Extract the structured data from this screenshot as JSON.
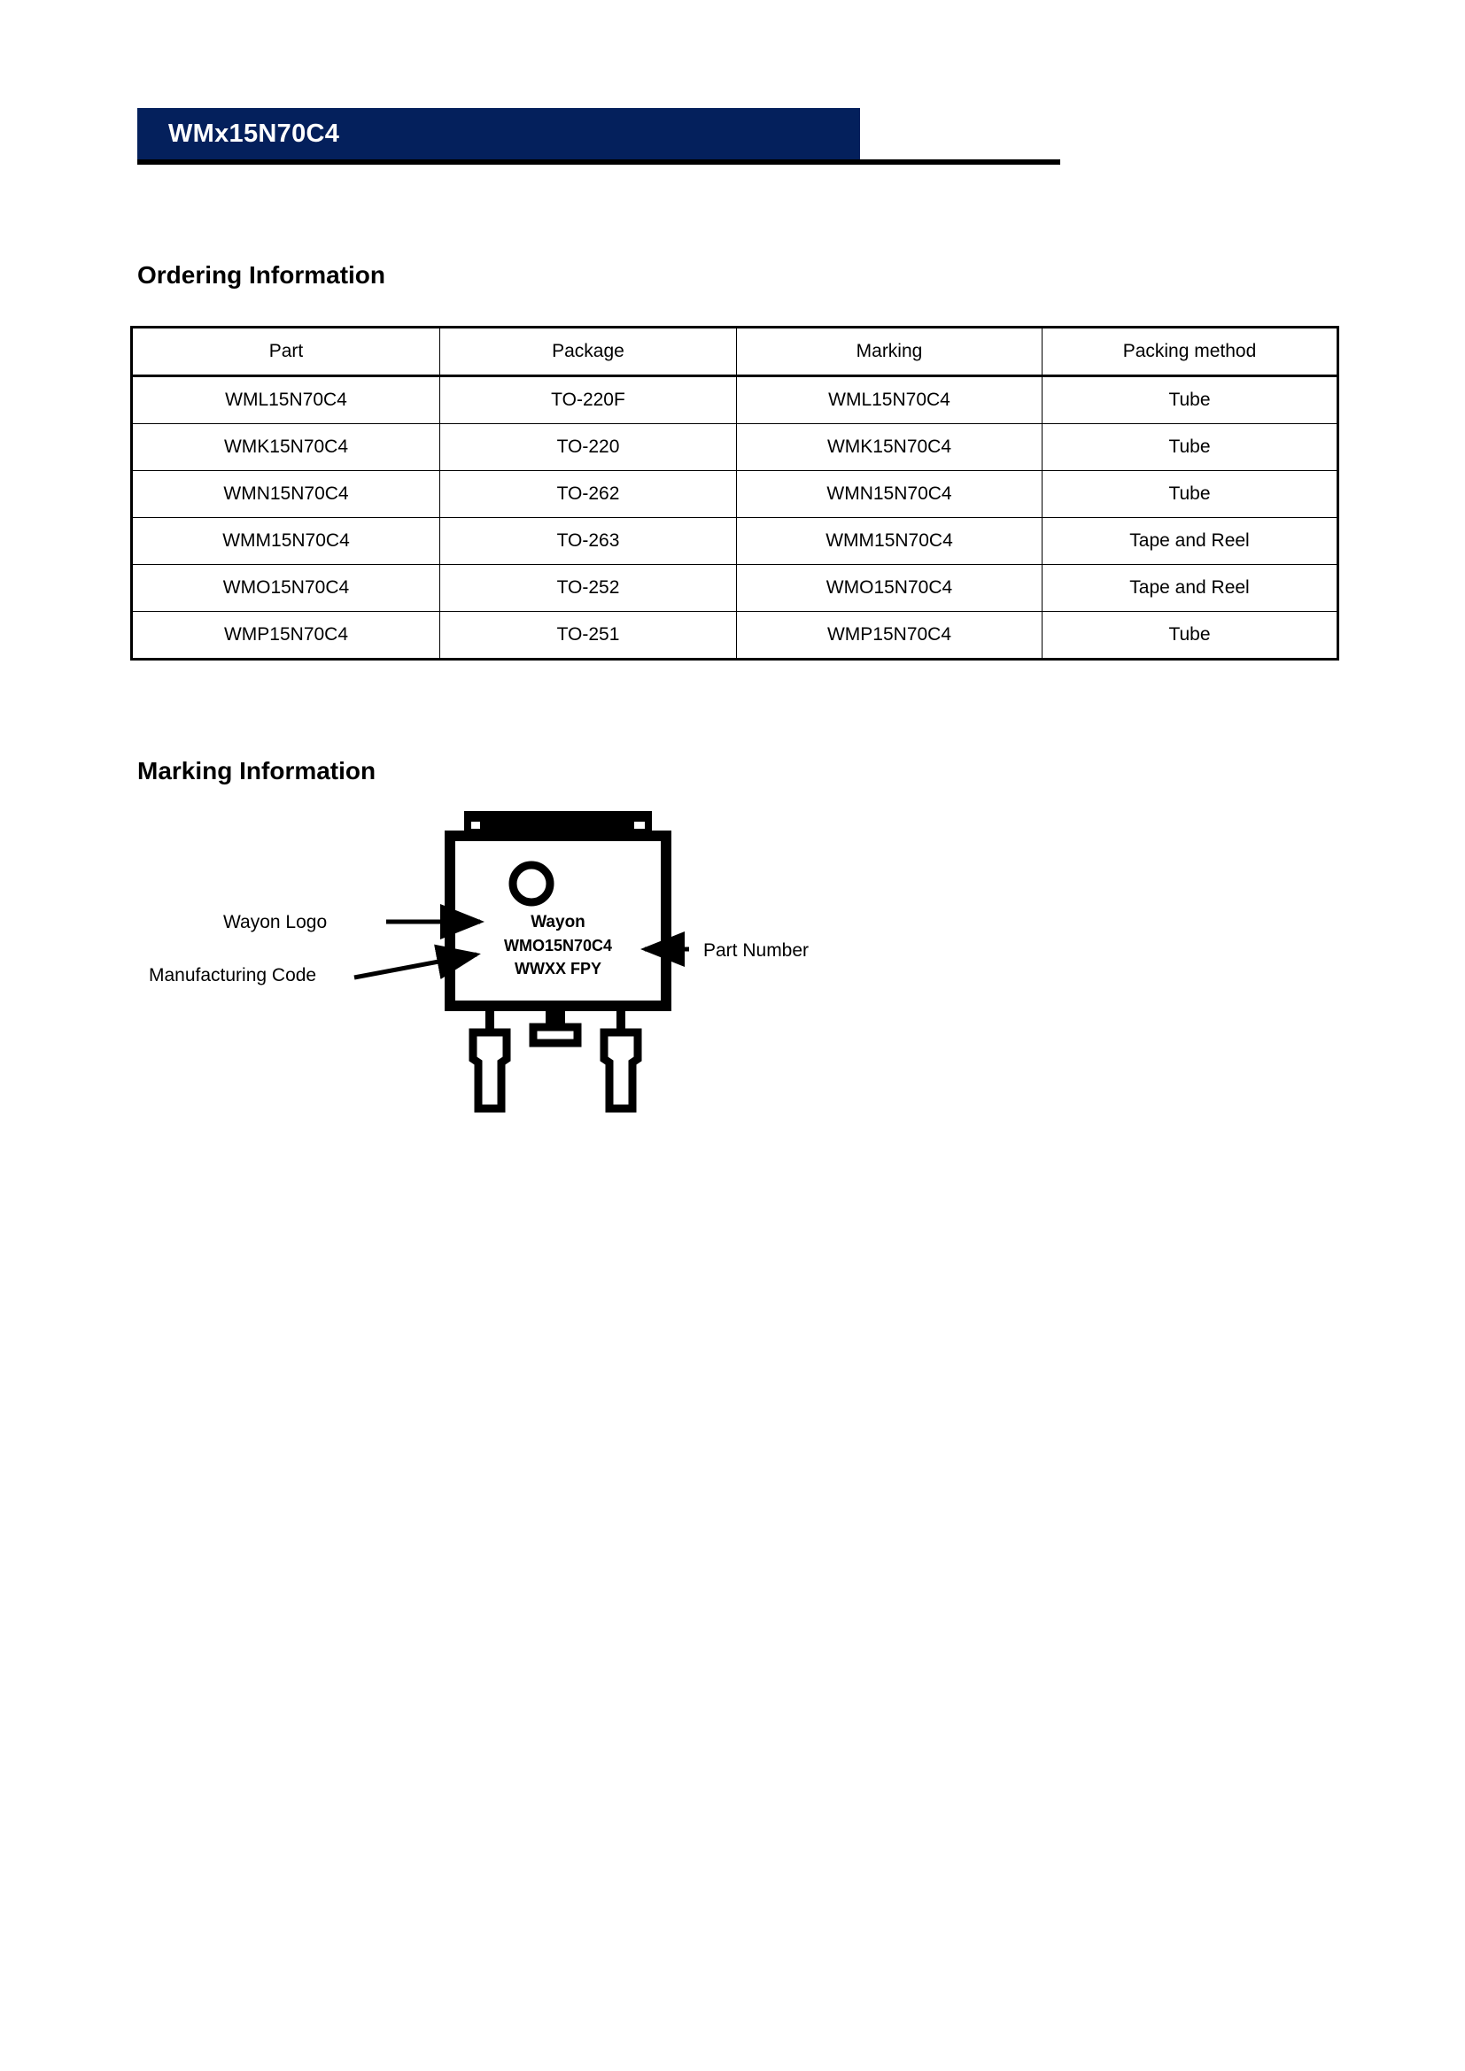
{
  "header": {
    "title": "WMx15N70C4",
    "bar_color": "#04205c",
    "rule_color": "#000000"
  },
  "sections": {
    "ordering": {
      "heading": "Ordering Information"
    },
    "marking": {
      "heading": "Marking Information"
    }
  },
  "ordering_table": {
    "columns": [
      "Part",
      "Package",
      "Marking",
      "Packing method"
    ],
    "rows": [
      {
        "part": "WML15N70C4",
        "package": "TO-220F",
        "marking": "WML15N70C4",
        "packing": "Tube"
      },
      {
        "part": "WMK15N70C4",
        "package": "TO-220",
        "marking": "WMK15N70C4",
        "packing": "Tube"
      },
      {
        "part": "WMN15N70C4",
        "package": "TO-262",
        "marking": "WMN15N70C4",
        "packing": "Tube"
      },
      {
        "part": "WMM15N70C4",
        "package": "TO-263",
        "marking": "WMM15N70C4",
        "packing": "Tape and Reel"
      },
      {
        "part": "WMO15N70C4",
        "package": "TO-252",
        "marking": "WMO15N70C4",
        "packing": "Tape and Reel"
      },
      {
        "part": "WMP15N70C4",
        "package": "TO-251",
        "marking": "WMP15N70C4",
        "packing": "Tube"
      }
    ]
  },
  "marking_diagram": {
    "package_marking": {
      "line1": "Wayon",
      "line2": "WMO15N70C4",
      "line3": "WWXX FPY"
    },
    "callouts": {
      "left_top": "Wayon Logo",
      "left_bottom": "Manufacturing Code",
      "right": "Part Number"
    }
  }
}
